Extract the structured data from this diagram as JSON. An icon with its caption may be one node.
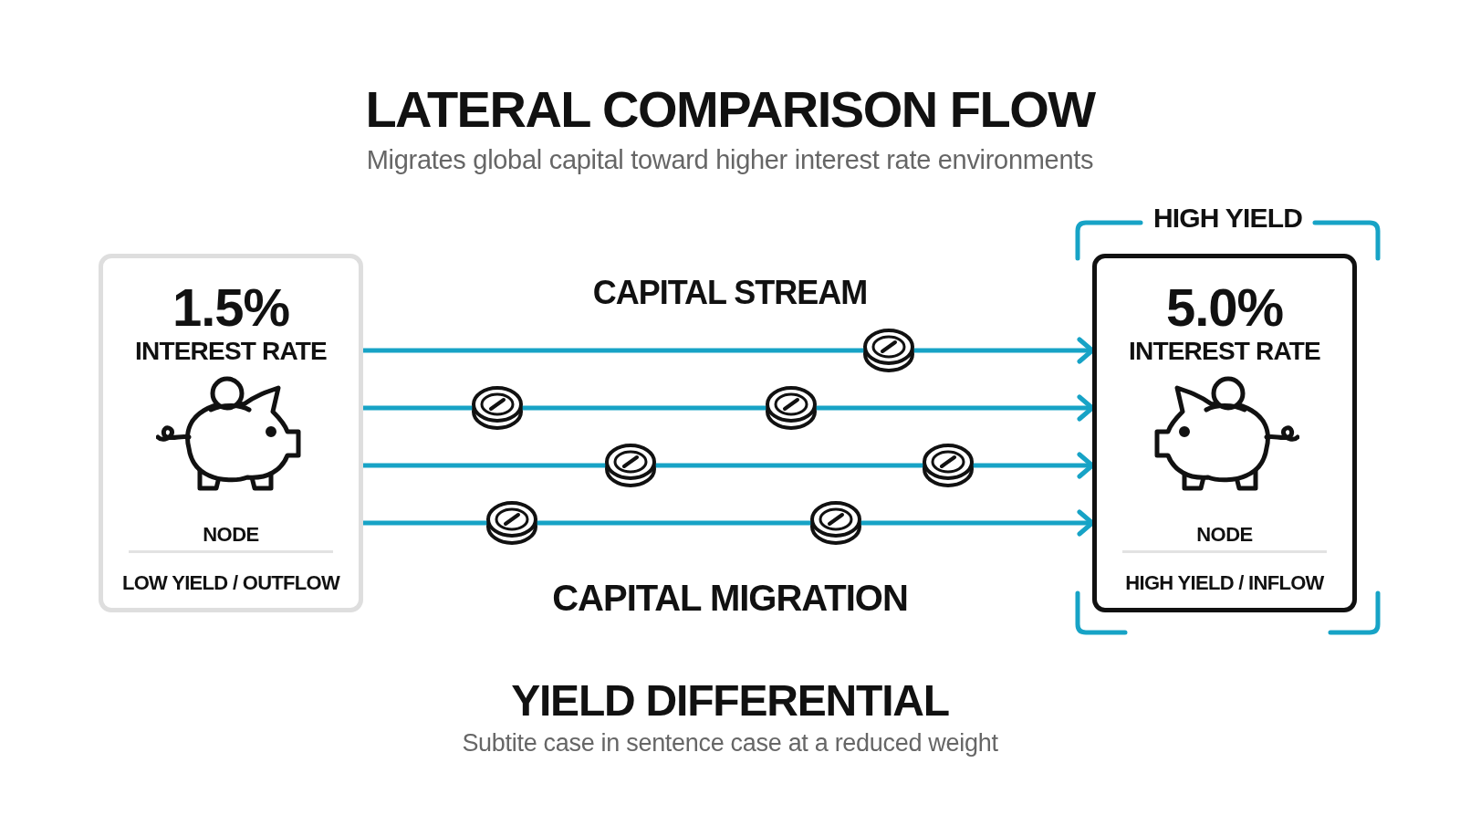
{
  "diagram": {
    "title": "LATERAL COMPARISON FLOW",
    "caption": "Migrates global capital toward higher interest rate environments",
    "nodes": [
      {
        "text": [
          "1.5%",
          "INTEREST RATE",
          "NODE",
          "LOW YIELD / OUTFLOW"
        ]
      },
      {
        "text": [
          "HIGH YIELD"
        ]
      },
      {
        "text": [
          "5.0%",
          "INTEREST RATE",
          "NODE",
          "HIGH YIELD / INFLOW"
        ],
        "in": 1
      }
    ],
    "edges": [
      {
        "from": 0,
        "to": 2,
        "arrow": "to"
      },
      {
        "from": 0,
        "to": 2,
        "arrow": "to"
      },
      {
        "from": 0,
        "to": 2,
        "arrow": "to"
      },
      {
        "from": 0,
        "to": 2,
        "arrow": "to"
      }
    ],
    "labels": [
      "CAPITAL STREAM",
      "CAPITAL MIGRATION",
      "YIELD DIFFERENTIAL",
      "Subtite case in sentence case at a reduced weight"
    ]
  }
}
